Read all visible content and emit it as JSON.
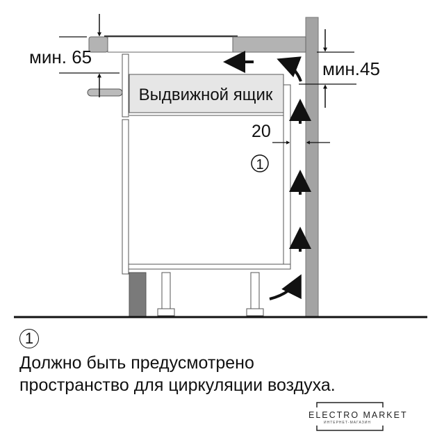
{
  "diagram": {
    "dim_top_label": "мин. 65",
    "dim_right_label": "мин.45",
    "dim_gap_label": "20",
    "drawer_label": "Выдвижной ящик",
    "marker_label": "1",
    "colors": {
      "wall": "#a3a3a3",
      "countertop": "#b3b3b3",
      "drawer": "#e6e6e6",
      "leg": "#7a7a7a",
      "line": "#111111"
    }
  },
  "legend": {
    "marker": "1",
    "line1": "Должно быть предусмотрено",
    "line2": "пространство для циркуляции воздуха."
  },
  "watermark": {
    "brand": "ELECTRO MARKET",
    "sub": "ИНТЕРНЕТ-МАГАЗИН"
  }
}
